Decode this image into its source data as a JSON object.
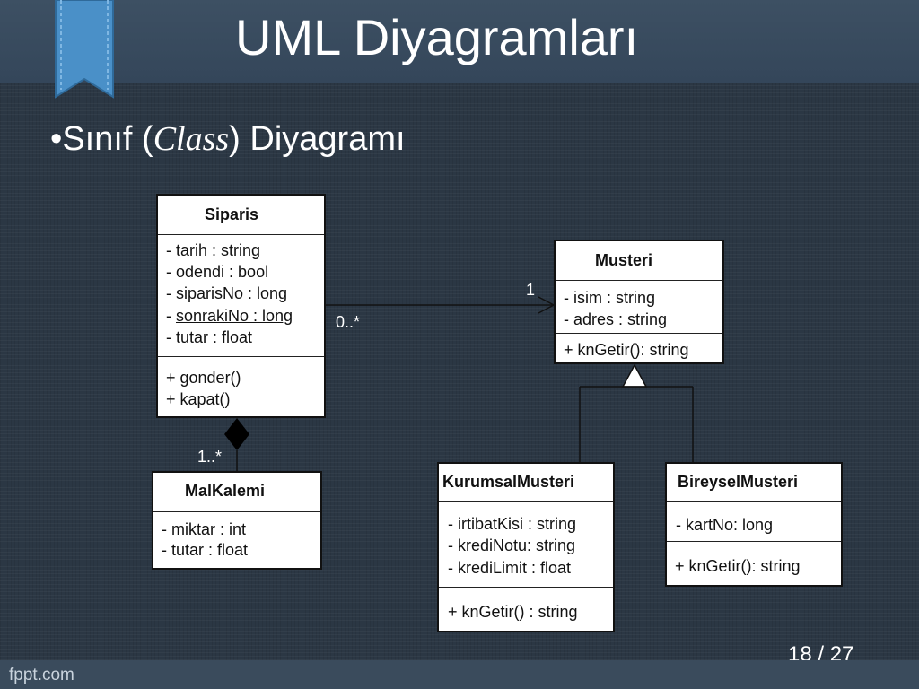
{
  "slide": {
    "title": "UML Diyagramları",
    "subtitle_bullet": "•",
    "subtitle_prefix": "Sınıf (",
    "subtitle_term": "Class",
    "subtitle_suffix": ") Diyagramı",
    "page_number": "18 / 27",
    "footer_brand": "fppt.com"
  },
  "classes": {
    "siparis": {
      "name": "Siparis",
      "attributes": [
        "- tarih : string",
        "- odendi : bool",
        "- siparisNo : long",
        "- ",
        "- tutar : float"
      ],
      "static_attribute": "sonrakiNo : long",
      "operations": [
        "+ gonder()",
        "+ kapat()"
      ]
    },
    "malkalemi": {
      "name": "MalKalemi",
      "attributes": [
        "- miktar : int",
        "- tutar : float"
      ]
    },
    "musteri": {
      "name": "Musteri",
      "attributes": [
        "- isim : string",
        "- adres : string"
      ],
      "operations": [
        "+ knGetir(): string"
      ]
    },
    "kurumsal": {
      "name": "KurumsalMusteri",
      "attributes": [
        "- irtibatKisi : string",
        "- krediNotu: string",
        "- krediLimit : float"
      ],
      "operations": [
        "+ knGetir() : string"
      ]
    },
    "bireysel": {
      "name": "BireyselMusteri",
      "attributes": [
        "- kartNo: long"
      ],
      "operations": [
        "+ knGetir(): string"
      ]
    }
  },
  "relations": {
    "siparis_musteri_source_mult": "0..*",
    "siparis_musteri_target_mult": "1",
    "siparis_malkalemi_mult": "1..*"
  },
  "colors": {
    "background": "#2b3744",
    "title_bar": "#3d5063",
    "ribbon": "#4a90c8",
    "box_fill": "#ffffff",
    "line": "#111111"
  }
}
